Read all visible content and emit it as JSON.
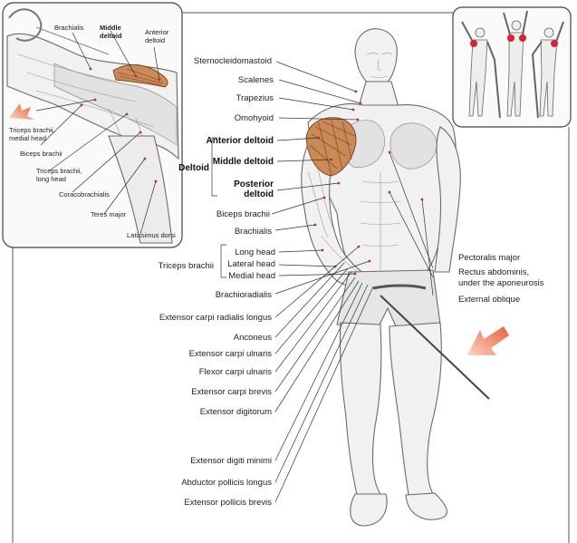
{
  "labels": {
    "sternocleidomastoid": "Sternocleidomastoid",
    "scalenes": "Scalenes",
    "trapezius": "Trapezius",
    "omohyoid": "Omohyoid",
    "anterior_deltoid": "Anterior deltoid",
    "middle_deltoid": "Middle deltoid",
    "deltoid": "Deltoid",
    "posterior_deltoid_1": "Posterior",
    "posterior_deltoid_2": "deltoid",
    "biceps_brachii": "Biceps brachii",
    "brachialis": "Brachialis",
    "triceps_brachii": "Triceps brachii",
    "long_head": "Long head",
    "lateral_head": "Lateral head",
    "medial_head": "Medial head",
    "brachioradialis": "Brachioradialis",
    "ecr_longus": "Extensor carpi radialis longus",
    "anconeus": "Anconeus",
    "ecu": "Extensor carpi ulnaris",
    "fcu": "Flexor carpi ulnaris",
    "ecr_brevis": "Extensor carpi brevis",
    "extensor_digitorum": "Extensor digitorum",
    "extensor_digiti_minimi": "Extensor digiti minimi",
    "abductor_pollicis_longus": "Abductor pollicis longus",
    "extensor_pollicis_brevis": "Extensor pollicis brevis",
    "pectoralis_major": "Pectoralis major",
    "rectus_1": "Rectus abdominis,",
    "rectus_2": "under the aponeurosis",
    "external_oblique": "External oblique"
  },
  "inset": {
    "brachialis": "Brachialis",
    "middle_deltoid_1": "Middle",
    "middle_deltoid_2": "deltoid",
    "anterior_deltoid_1": "Anterior",
    "anterior_deltoid_2": "deltoid",
    "triceps_medial_1": "Triceps brachii,",
    "triceps_medial_2": "medial head",
    "biceps": "Biceps brachii",
    "triceps_long_1": "Triceps brachii,",
    "triceps_long_2": "long head",
    "coracobrachialis": "Coracobrachialis",
    "teres_major": "Teres major",
    "latissimus": "Latissimus dorsi"
  },
  "colors": {
    "highlight_muscle": "#c98a58",
    "target_dot": "#cc3333",
    "arrow": "#e8603a"
  }
}
